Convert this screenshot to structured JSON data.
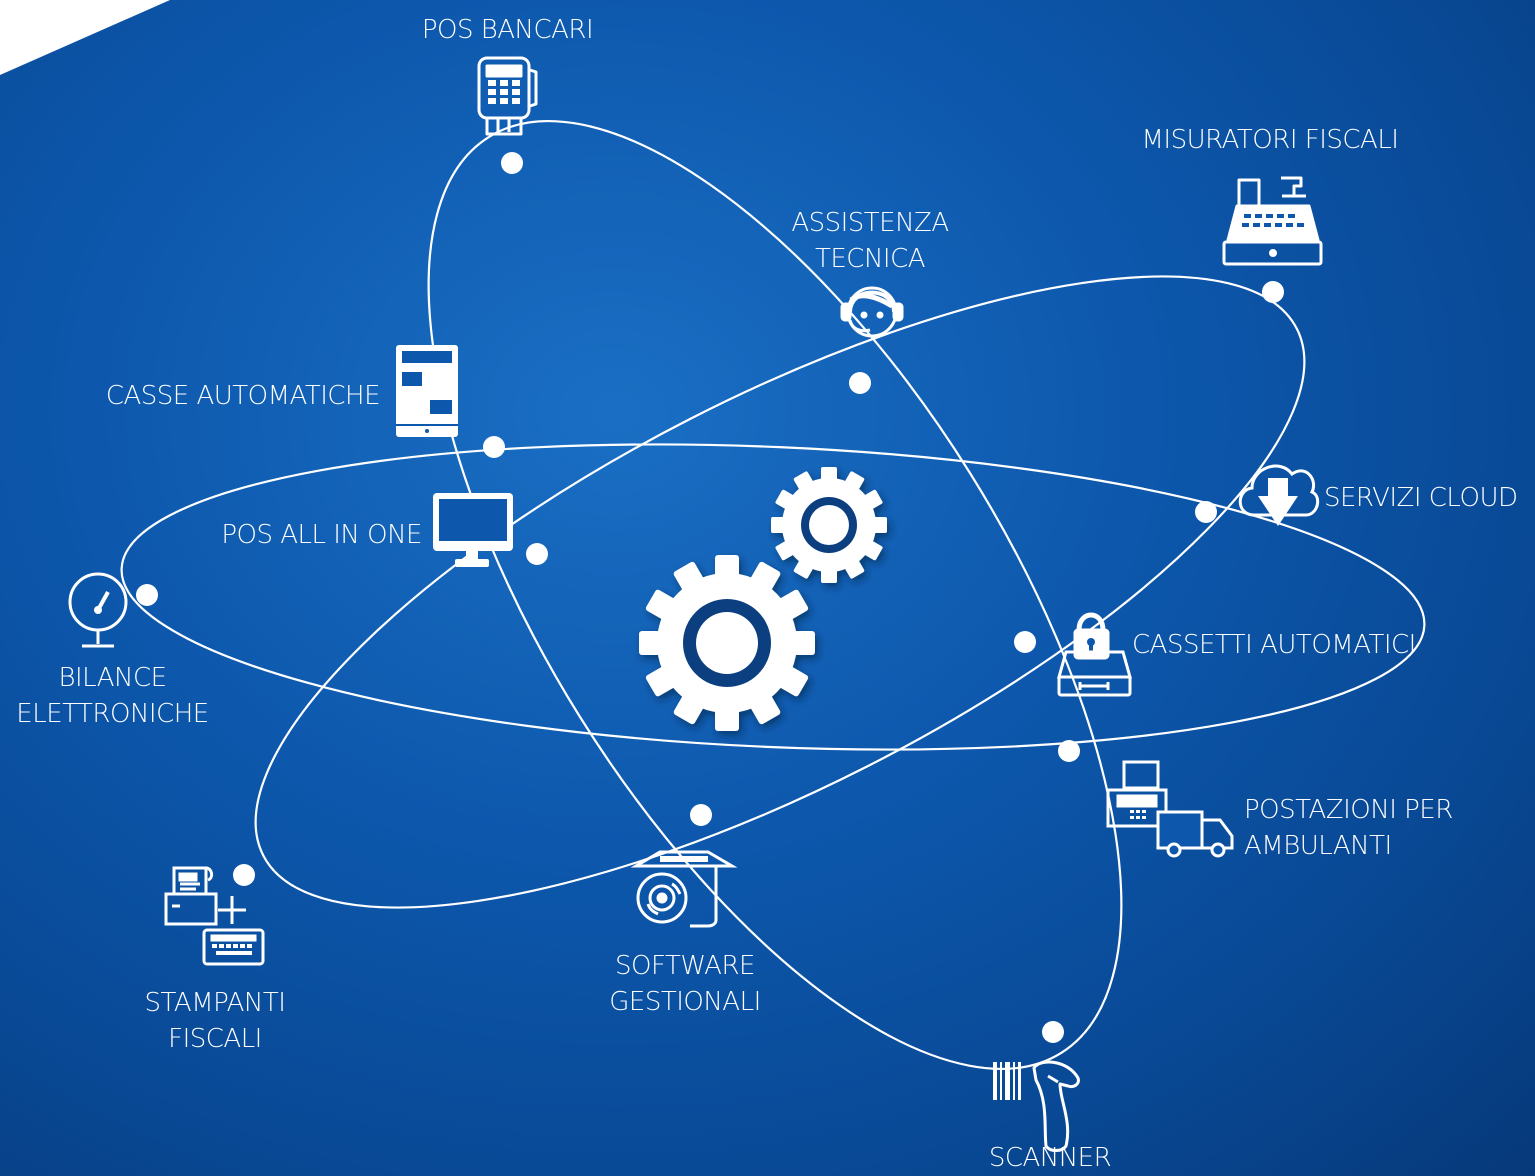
{
  "items": {
    "pos_bancari": "POS BANCARI",
    "misuratori_fiscali": "MISURATORI FISCALI",
    "assistenza_tecnica": [
      "ASSISTENZA",
      "TECNICA"
    ],
    "casse_automatiche": "CASSE AUTOMATICHE",
    "servizi_cloud": "SERVIZI CLOUD",
    "pos_all_in_one": "POS ALL IN ONE",
    "bilance_elettroniche": [
      "BILANCE",
      "ELETTRONICHE"
    ],
    "cassetti_automatici": "CASSETTI AUTOMATICI",
    "postazioni_per_ambulanti": [
      "POSTAZIONI PER",
      "AMBULANTI"
    ],
    "software_gestionali": [
      "SOFTWARE",
      "GESTIONALI"
    ],
    "stampanti_fiscali": [
      "STAMPANTI",
      "FISCALI"
    ],
    "scanner": "SCANNER"
  },
  "colors": {
    "background": "#0d58ad",
    "foreground": "#ffffff",
    "gear_hole": "#0b4f9e"
  },
  "icons": [
    "pos-terminal-icon",
    "cash-register-icon",
    "headset-support-icon",
    "automatic-cash-machine-icon",
    "cloud-download-icon",
    "monitor-icon",
    "scale-icon",
    "locked-drawer-icon",
    "fax-truck-icon",
    "software-disc-icon",
    "printer-keyboard-icon",
    "barcode-scanner-icon",
    "large-gear-icon",
    "small-gear-icon"
  ]
}
